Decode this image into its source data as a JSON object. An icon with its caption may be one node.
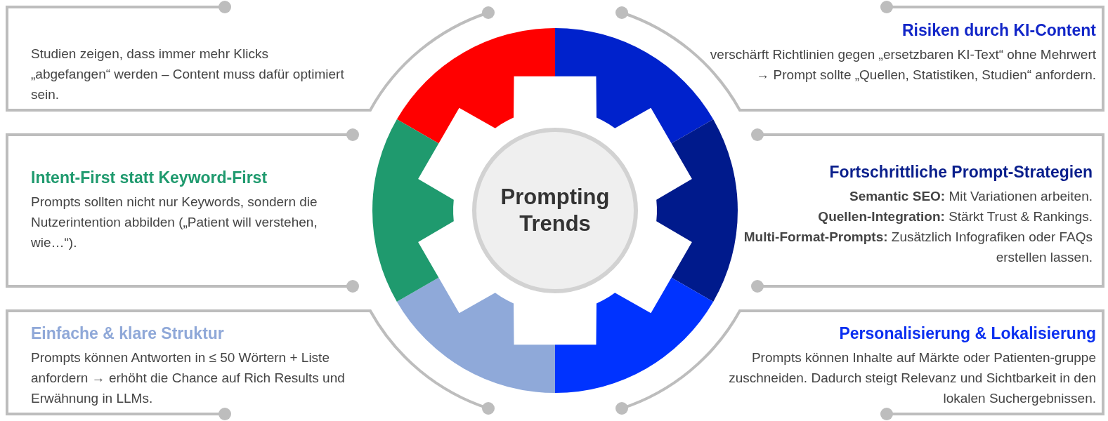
{
  "diagram": {
    "nodes": [
      {
        "text": [
          "Prompting Trends"
        ]
      },
      {
        "text": [
          "Studien zeigen, dass immer mehr Klicks „abgefangen“ werden – Content muss dafür optimiert sein."
        ]
      },
      {
        "text": [
          "Risiken durch KI-Content",
          "verschärft Richtlinien gegen „ersetzbaren KI-Text“ ohne Mehrwert → Prompt sollte „Quellen, Statistiken, Studien“ anfordern."
        ]
      },
      {
        "text": [
          "Intent-First statt Keyword-First",
          "Prompts sollten nicht nur Keywords, sondern die Nutzerintention abbilden („Patient will verstehen, wie…“)."
        ]
      },
      {
        "text": [
          "Fortschrittliche Prompt-Strategien",
          "**Semantic SEO:** Mit Variationen arbeiten.",
          "**Quellen-Integration:** Stärkt Trust & Rankings.",
          "**Multi-Format-Prompts:** Zusätzlich Infografiken oder FAQs erstellen lassen."
        ]
      },
      {
        "text": [
          "Einfache & klare Struktur",
          "Prompts können Antworten in ≤ 50 Wörtern + Liste anfordern → erhöht die Chance auf Rich Results und Erwähnung in LLMs."
        ]
      },
      {
        "text": [
          "Personalisierung & Lokalisierung",
          "Prompts können Inhalte auf Märkte oder Patienten-gruppe zuschneiden. Dadurch steigt Relevanz und Sichtbarkeit in den lokalen Suchergebnissen."
        ]
      }
    ]
  }
}
